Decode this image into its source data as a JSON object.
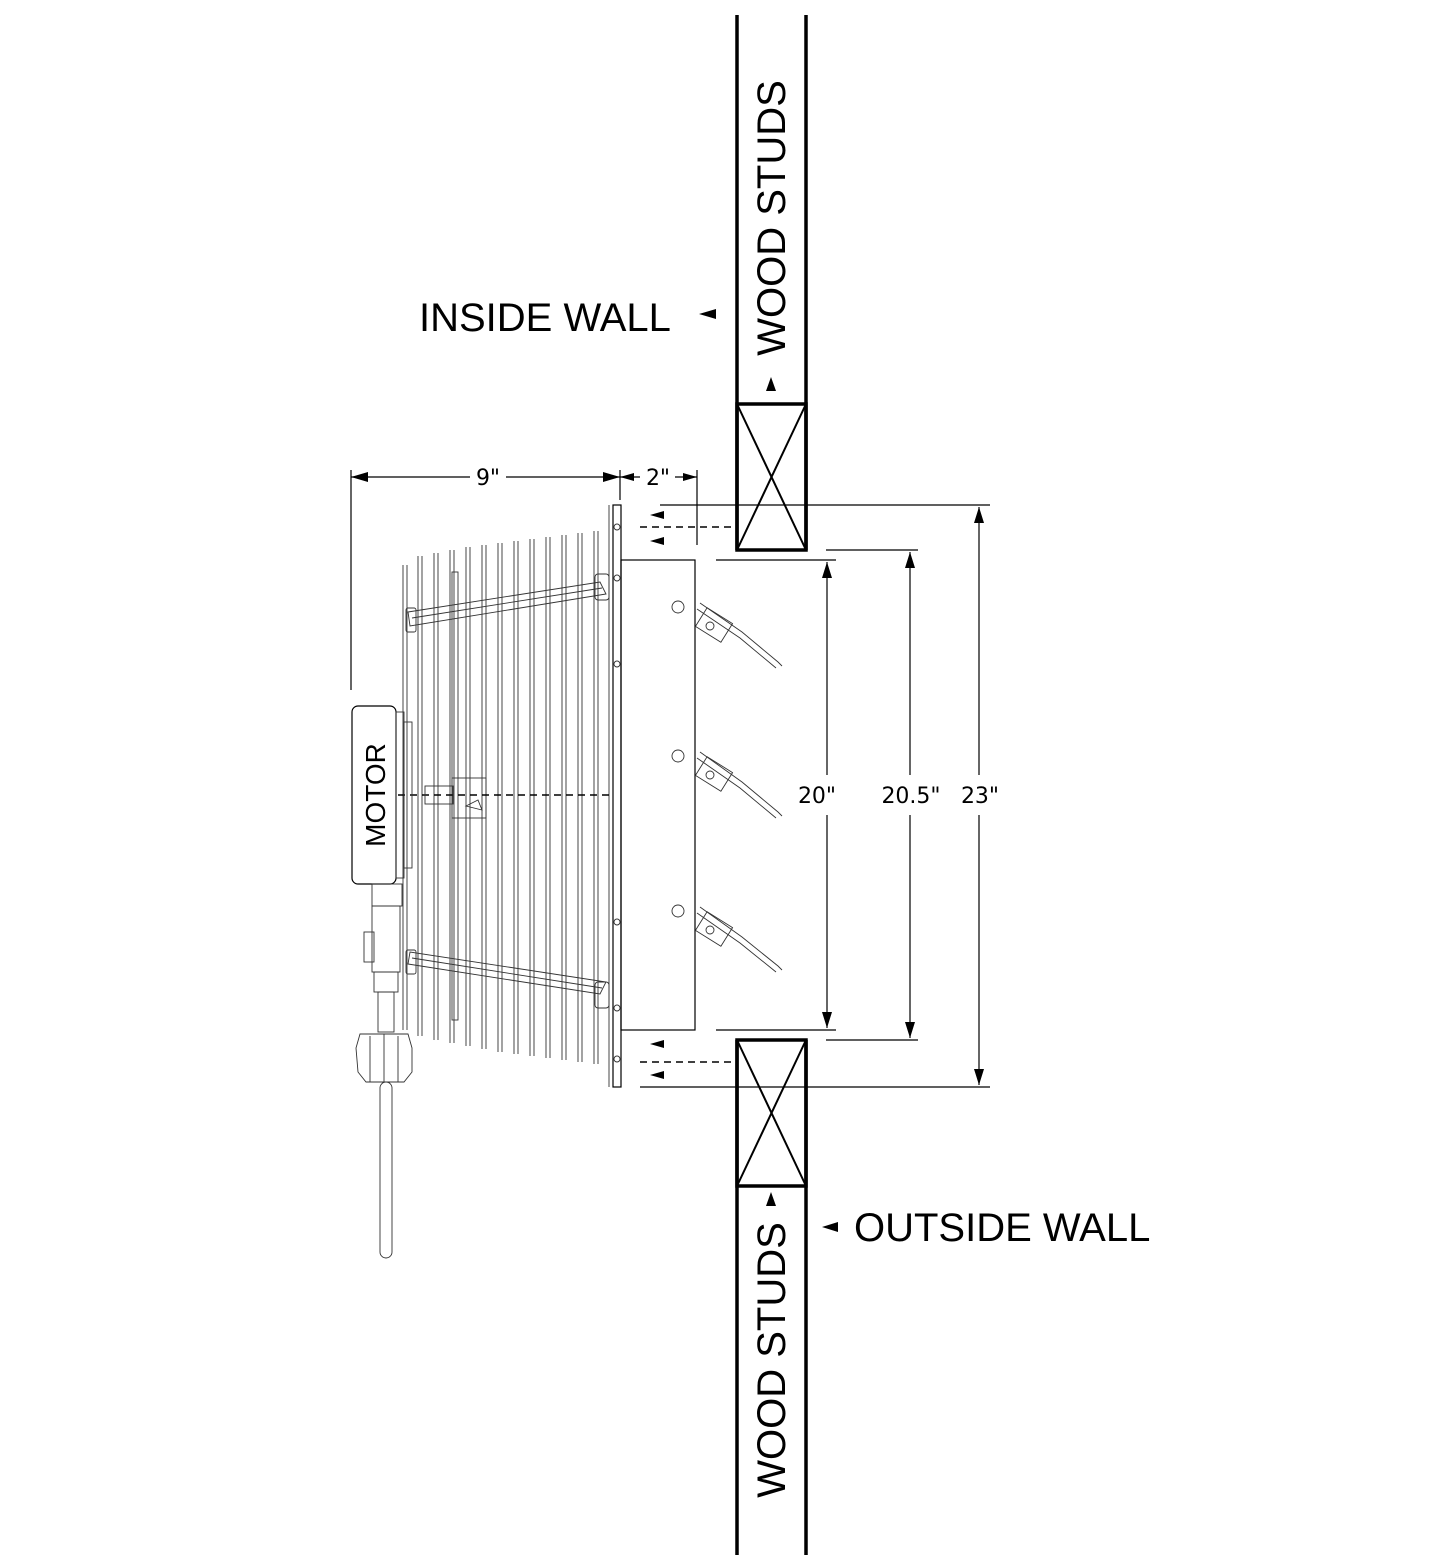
{
  "labels": {
    "inside_wall": "INSIDE WALL",
    "outside_wall": "OUTSIDE WALL",
    "wood_studs_top": "WOOD STUDS",
    "wood_studs_bottom": "WOOD STUDS",
    "motor": "MOTOR"
  },
  "dimensions": {
    "depth_total": "9\"",
    "depth_flange": "2\"",
    "opening_inner": "20\"",
    "opening_rough": "20.5\"",
    "overall_height": "23\""
  },
  "colors": {
    "line": "#000000",
    "background": "#ffffff"
  }
}
